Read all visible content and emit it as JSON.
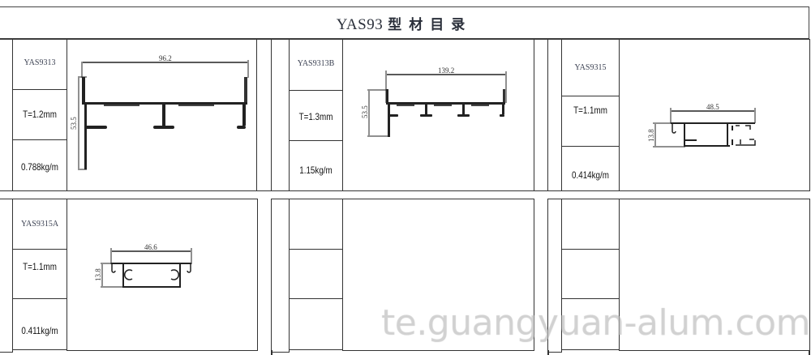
{
  "header": {
    "title_code": "YAS93",
    "title_cn": "型材目录"
  },
  "profiles": [
    {
      "code": "YAS9313",
      "thickness": "T=1.2mm",
      "weight": "0.788kg/m",
      "dimensions": {
        "width": "96.2",
        "height": "53.5"
      }
    },
    {
      "code": "YAS9313B",
      "thickness": "T=1.3mm",
      "weight": "1.15kg/m",
      "dimensions": {
        "width": "139.2",
        "height": "53.5"
      }
    },
    {
      "code": "YAS9315",
      "thickness": "T=1.1mm",
      "weight": "0.414kg/m",
      "dimensions": {
        "width": "48.5",
        "height": "13.8"
      }
    },
    {
      "code": "YAS9315A",
      "thickness": "T=1.1mm",
      "weight": "0.411kg/m",
      "dimensions": {
        "width": "46.6",
        "height": "13.8"
      }
    },
    {
      "code": "",
      "thickness": "",
      "weight": "",
      "dimensions": null
    },
    {
      "code": "",
      "thickness": "",
      "weight": "",
      "dimensions": null
    }
  ],
  "watermark": "te.guangyuan-alum.com",
  "colors": {
    "line": "#333333",
    "title_text": "#2a2f3a",
    "code_text": "#3b4152",
    "background": "#ffffff"
  }
}
